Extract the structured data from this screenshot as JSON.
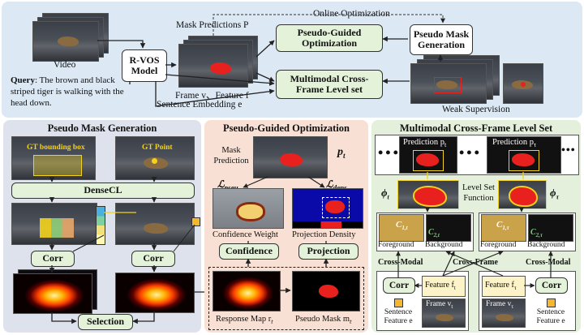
{
  "top": {
    "video_label": "Video",
    "query_label": "Query",
    "query_text": ": The brown and black striped tiger is walking with the head down.",
    "rvos_model": "R-VOS Model",
    "mask_predictions": "Mask Predictions P",
    "online_optimization": "Online Optimization",
    "pseudo_guided_optimization": "Pseudo-Guided Optimization",
    "pseudo_mask_generation": "Pseudo Mask Generation",
    "frame_feature": "Frame v、Feature f",
    "sentence_embedding": "Sentence Embedding e",
    "multimodal_level_set": "Multimodal Cross-Frame Level set",
    "weak_supervision": "Weak  Supervision"
  },
  "pmg": {
    "title": "Pseudo Mask Generation",
    "gt_bbox": "GT bounding box",
    "gt_point": "GT Point",
    "densecl": "DenseCL",
    "corr_left": "Corr",
    "corr_right": "Corr",
    "selection": "Selection"
  },
  "pgo": {
    "title": "Pseudo-Guided Optimization",
    "mask_prediction": "Mask Prediction",
    "pt": "p",
    "pt_sub": "t",
    "l_pseu": "pseu",
    "l_dens": "dens",
    "confidence_weight": "Confidence Weight",
    "projection_density": "Projection Density",
    "confidence": "Confidence",
    "projection": "Projection",
    "response_map": "Response Map r",
    "response_sub": "t",
    "pseudo_mask": "Pseudo Mask m",
    "pseudo_sub": "t"
  },
  "mcfl": {
    "title": "Multimodal Cross-Frame Level Set",
    "prediction_t": "Prediction p",
    "prediction_t_sub": "t",
    "prediction_tau": "Prediction p",
    "prediction_tau_sub": "τ",
    "phi_t": "ϕ",
    "phi_t_sub": "t",
    "phi_tau": "ϕ",
    "phi_tau_sub": "τ",
    "level_set_function": "Level Set Function",
    "ct1": "C",
    "ct1_sub": "1,t",
    "ct2": "C",
    "ct2_sub": "2,t",
    "ctau1": "C",
    "ctau1_sub": "1,τ",
    "ctau2": "C",
    "ctau2_sub": "2,τ",
    "foreground_left": "Foreground",
    "background_left": "Background",
    "foreground_right": "Foreground",
    "background_right": "Background",
    "cross_modal_left": "Cross-Modal",
    "cross_frame": "Cross-Frame",
    "cross_modal_right": "Cross-Modal",
    "corr_left": "Corr",
    "corr_right": "Corr",
    "feature_ft": "Feature f",
    "feature_ft_sub": "t",
    "feature_ftau": "Feature f",
    "feature_ftau_sub": "τ",
    "frame_vt": "Frame v",
    "frame_vt_sub": "t",
    "frame_vtau": "Frame v",
    "frame_vtau_sub": "τ",
    "sentence_feature_left": "Sentence Feature e",
    "sentence_feature_right": "Sentence Feature e",
    "dots_left": "•••",
    "dots_mid": "•••",
    "dots_right": "•••"
  },
  "colors": {
    "top_panel": "#dce8f4",
    "pmg_panel": "#dde2ec",
    "pgo_panel": "#f9e0d4",
    "mcfl_panel": "#e4f0dc",
    "green_box": "#e3f2d8",
    "mask_red": "#e8201e",
    "gt_yellow": "#f2d21c"
  }
}
